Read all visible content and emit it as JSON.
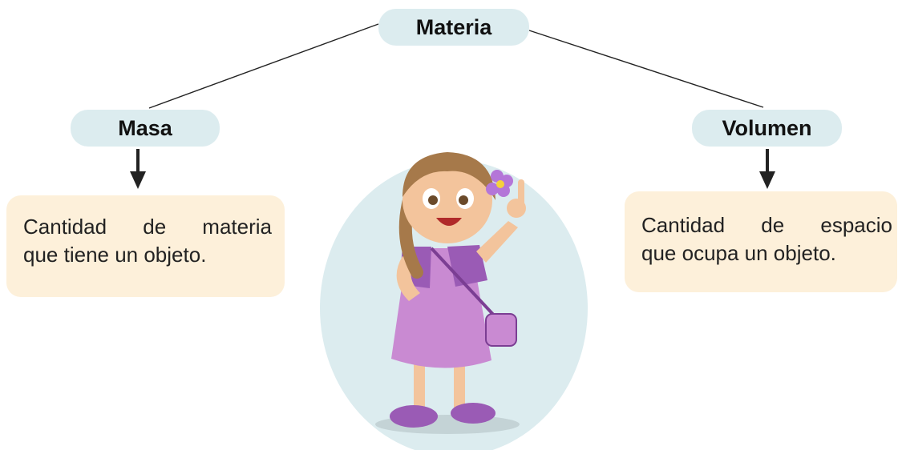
{
  "diagram": {
    "root": {
      "label": "Materia"
    },
    "branches": [
      {
        "label": "Masa",
        "definition_lines": [
          "Cantidad de materia",
          "que tiene un objeto."
        ]
      },
      {
        "label": "Volumen",
        "definition_lines": [
          "Cantidad de espacio",
          "que ocupa un objeto."
        ]
      }
    ]
  },
  "colors": {
    "pill_background": "#dcecef",
    "definition_background": "#fdf0da",
    "oval_background": "#dcecef",
    "dress": "#c98ad2",
    "cardigan": "#9a5bb5",
    "hair": "#a6794a",
    "skin": "#f3c49c",
    "connector": "#222222"
  },
  "illustration": {
    "subject": "girl-pointing-up-icon"
  }
}
